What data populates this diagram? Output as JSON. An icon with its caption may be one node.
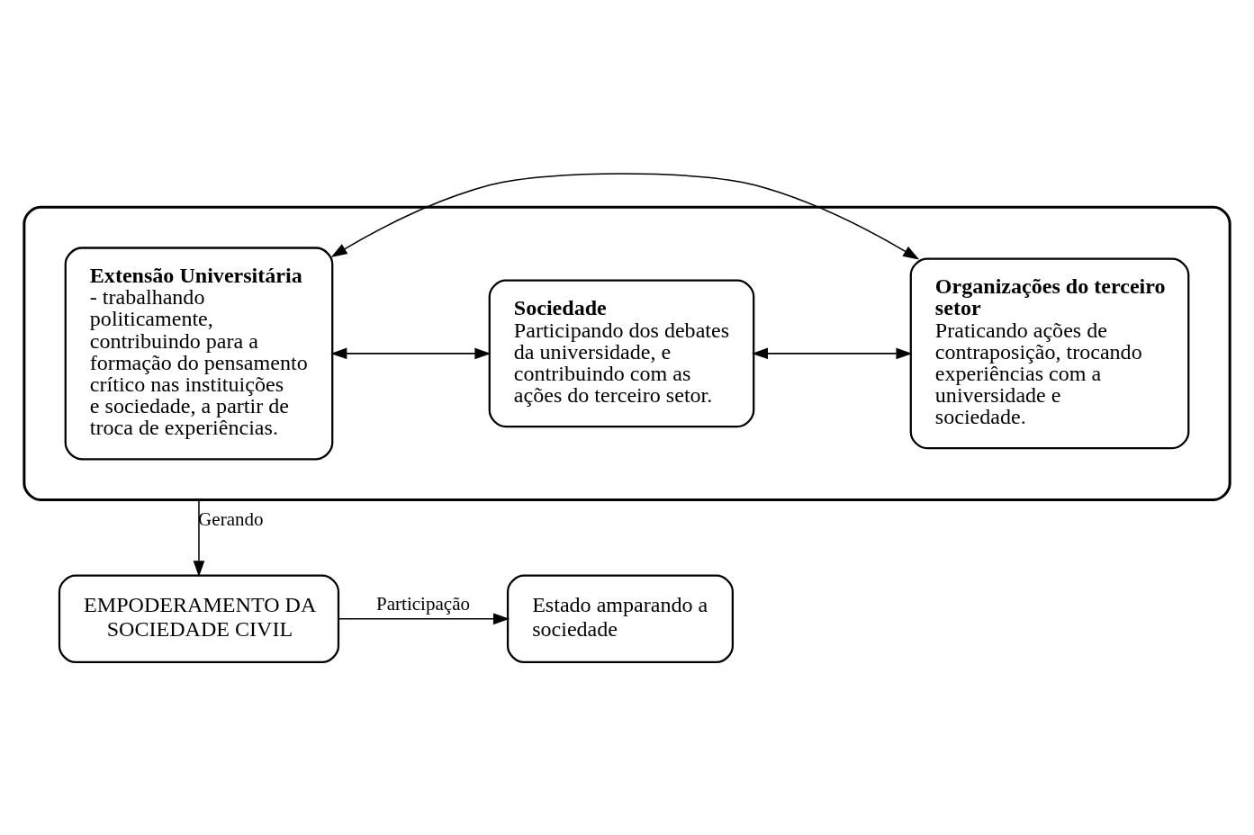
{
  "diagram": {
    "nodes": [
      {
        "text": [],
        "shape": "ellipse"
      },
      {
        "text": [
          "Extensão Universitária",
          "- trabalhando politicamente, contribuindo para a formação do pensamento crítico nas instituições e sociedade, a partir de troca de experiências."
        ],
        "in": 0
      },
      {
        "text": [
          "Sociedade",
          "Participando dos debates da universidade, e contribuindo com as ações do terceiro setor."
        ],
        "in": 0
      },
      {
        "text": [
          "Organizações do terceiro setor",
          "Praticando ações de contraposição, trocando experiências com a universidade e sociedade."
        ],
        "in": 0
      },
      {
        "text": [
          "EMPODERAMENTO DA SOCIEDADE CIVIL"
        ]
      },
      {
        "text": [
          "Estado amparando a sociedade"
        ]
      }
    ],
    "edges": [
      {
        "from": 1,
        "to": 2,
        "arrow": "both"
      },
      {
        "from": 2,
        "to": 3,
        "arrow": "both"
      },
      {
        "from": 1,
        "to": 3,
        "arrow": "both"
      },
      {
        "from": 0,
        "to": 4,
        "arrow": "to",
        "label": "Gerando"
      },
      {
        "from": 4,
        "to": 5,
        "arrow": "to",
        "label": "Participação"
      }
    ]
  }
}
